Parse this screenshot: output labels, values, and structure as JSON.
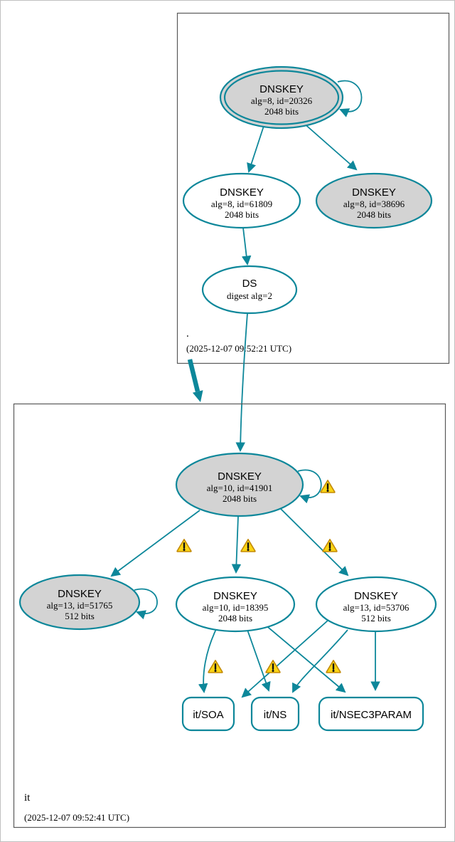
{
  "diagram": {
    "kind": "DNSSEC authentication chain graph",
    "colors": {
      "secure_edge": "#0d879a",
      "node_fill_gray": "#d3d3d3",
      "node_fill_white": "#ffffff",
      "warning_fill": "#fbd514",
      "warning_border": "#c38a08",
      "zone_box_border": "#5a5a5a"
    },
    "icons": {
      "warning-icon": "yellow warning triangle with exclamation mark"
    }
  },
  "zones": [
    {
      "label": ".",
      "timestamp": "(2025-12-07 09:52:21 UTC)",
      "nodes": {
        "ksk": {
          "title": "DNSKEY",
          "detail": "alg=8, id=20326",
          "bits": "2048 bits"
        },
        "zsk": {
          "title": "DNSKEY",
          "detail": "alg=8, id=61809",
          "bits": "2048 bits"
        },
        "key38696": {
          "title": "DNSKEY",
          "detail": "alg=8, id=38696",
          "bits": "2048 bits"
        },
        "ds": {
          "title": "DS",
          "detail": "digest alg=2"
        }
      }
    },
    {
      "label": "it",
      "timestamp": "(2025-12-07 09:52:41 UTC)",
      "nodes": {
        "ksk": {
          "title": "DNSKEY",
          "detail": "alg=10, id=41901",
          "bits": "2048 bits"
        },
        "key51765": {
          "title": "DNSKEY",
          "detail": "alg=13, id=51765",
          "bits": "512 bits"
        },
        "key18395": {
          "title": "DNSKEY",
          "detail": "alg=10, id=18395",
          "bits": "2048 bits"
        },
        "key53706": {
          "title": "DNSKEY",
          "detail": "alg=13, id=53706",
          "bits": "512 bits"
        },
        "rrset_soa": {
          "label": "it/SOA"
        },
        "rrset_ns": {
          "label": "it/NS"
        },
        "rrset_nsec3param": {
          "label": "it/NSEC3PARAM"
        }
      }
    }
  ]
}
